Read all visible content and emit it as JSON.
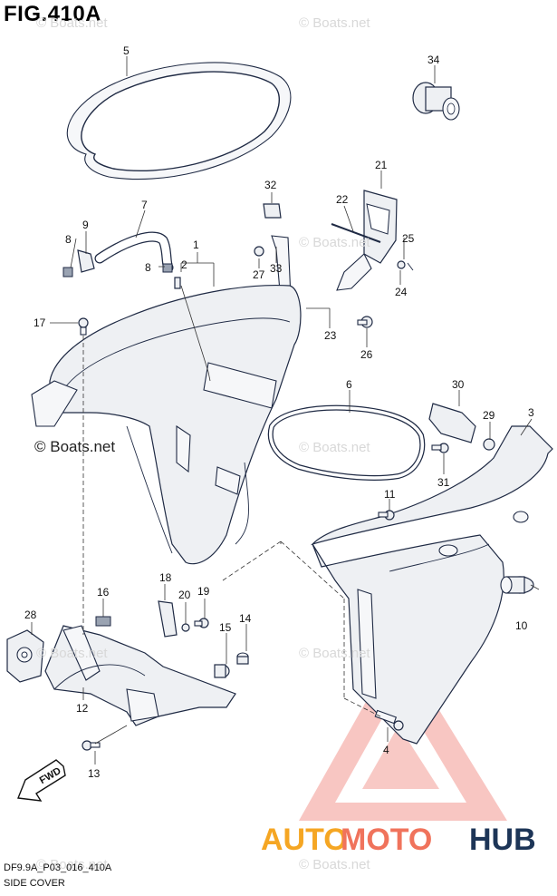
{
  "figure": {
    "title": "FIG.410A",
    "code": "DF9.9A_P03_016_410A",
    "subtitle": "SIDE COVER"
  },
  "watermarks": {
    "small": "© Boats.net",
    "main": "© Boats.net",
    "brand_part1": "AUTO",
    "brand_part2": "MOTO",
    "brand_part3": "HUB",
    "brand_colors": {
      "auto": "#f5a623",
      "moto": "#f0735c",
      "hub": "#1d3557"
    }
  },
  "direction_marker": "FWD",
  "callouts": [
    "5",
    "34",
    "21",
    "32",
    "22",
    "9",
    "7",
    "8",
    "1",
    "25",
    "2",
    "8",
    "27",
    "33",
    "24",
    "17",
    "23",
    "26",
    "6",
    "30",
    "3",
    "29",
    "31",
    "11",
    "18",
    "16",
    "20",
    "19",
    "28",
    "14",
    "15",
    "10",
    "12",
    "4",
    "13"
  ]
}
